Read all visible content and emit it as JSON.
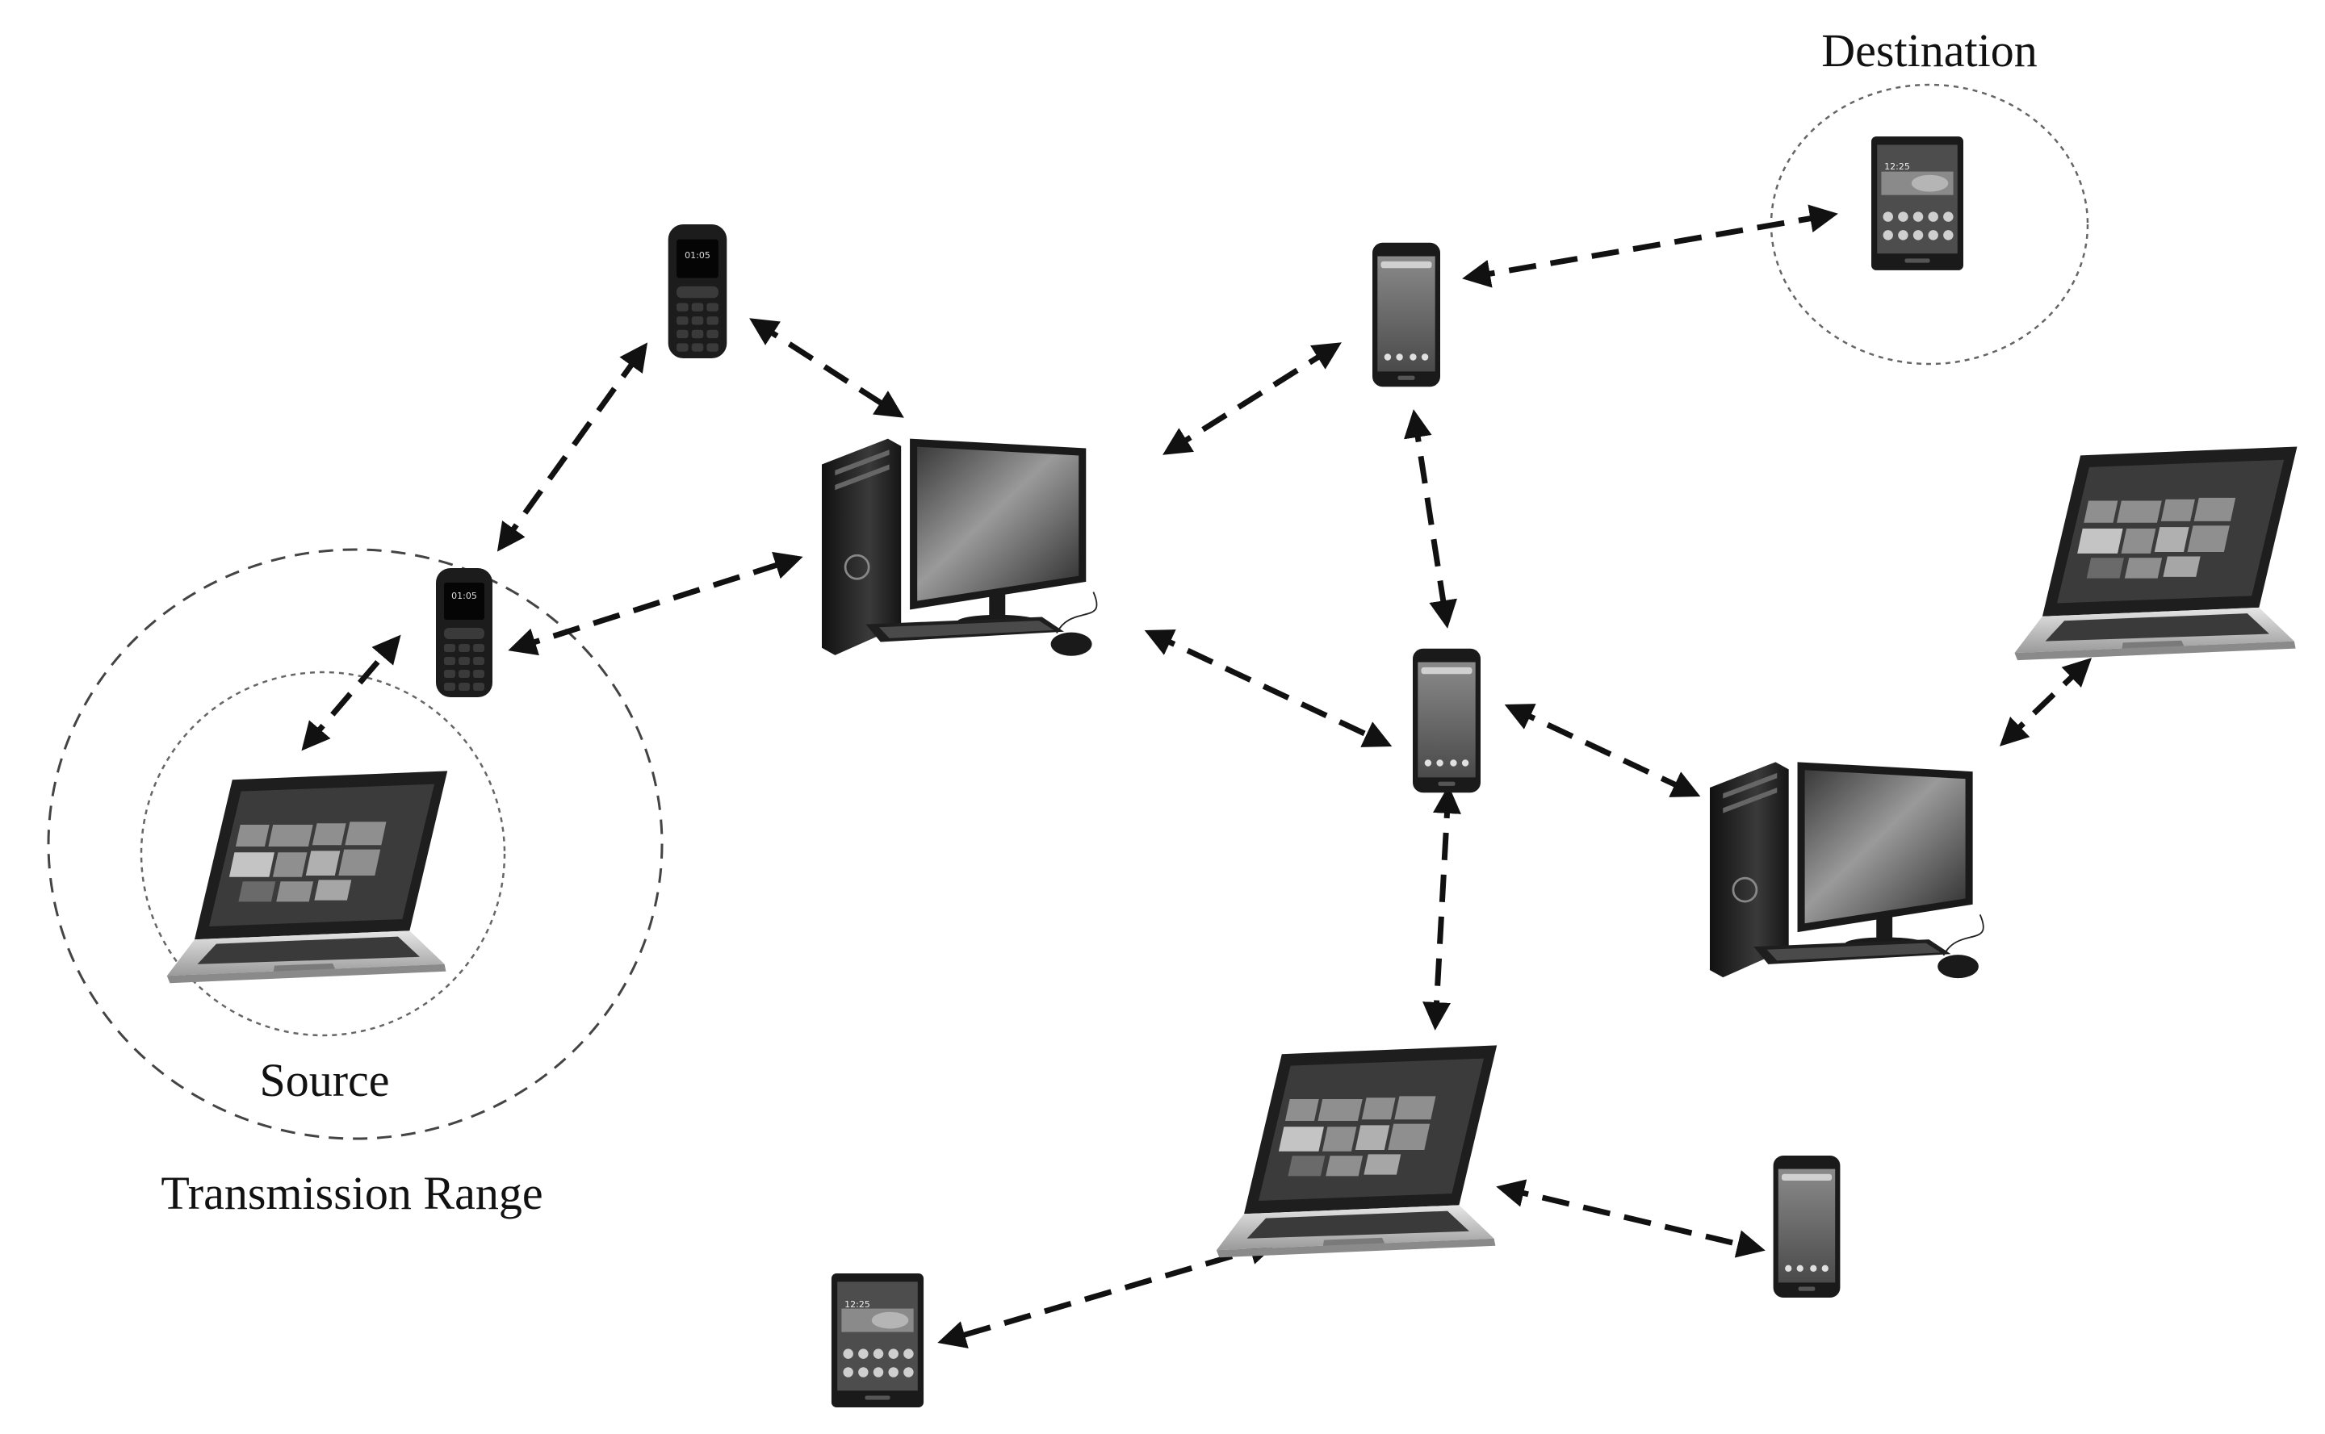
{
  "labels": {
    "destination": "Destination",
    "source": "Source",
    "transmission_range": "Transmission Range"
  },
  "phone_screens": {
    "feature_phone_time": "01:05",
    "tablet_time": "12:25"
  },
  "nodes": [
    {
      "id": "source-laptop",
      "device": "laptop"
    },
    {
      "id": "feature-phone-near-source",
      "device": "feature-phone"
    },
    {
      "id": "feature-phone-top",
      "device": "feature-phone"
    },
    {
      "id": "desktop-center",
      "device": "desktop"
    },
    {
      "id": "smartphone-top",
      "device": "smartphone"
    },
    {
      "id": "destination-tablet",
      "device": "tablet"
    },
    {
      "id": "smartphone-middle",
      "device": "smartphone"
    },
    {
      "id": "laptop-right",
      "device": "laptop"
    },
    {
      "id": "desktop-right",
      "device": "desktop"
    },
    {
      "id": "laptop-bottom",
      "device": "laptop"
    },
    {
      "id": "tablet-bottom",
      "device": "tablet"
    },
    {
      "id": "smartphone-bottom",
      "device": "smartphone"
    }
  ],
  "links": [
    [
      "source-laptop",
      "feature-phone-near-source"
    ],
    [
      "feature-phone-near-source",
      "feature-phone-top"
    ],
    [
      "feature-phone-near-source",
      "desktop-center"
    ],
    [
      "feature-phone-top",
      "desktop-center"
    ],
    [
      "desktop-center",
      "smartphone-top"
    ],
    [
      "desktop-center",
      "smartphone-middle"
    ],
    [
      "smartphone-top",
      "destination-tablet"
    ],
    [
      "smartphone-top",
      "smartphone-middle"
    ],
    [
      "smartphone-middle",
      "desktop-right"
    ],
    [
      "smartphone-middle",
      "laptop-bottom"
    ],
    [
      "desktop-right",
      "laptop-right"
    ],
    [
      "laptop-bottom",
      "tablet-bottom"
    ],
    [
      "laptop-bottom",
      "smartphone-bottom"
    ]
  ],
  "colors": {
    "background": "#ffffff",
    "arrow": "#111111",
    "range_circle": "#555555",
    "device_body": "#1a1a1a",
    "device_silver": "#c8c8c8"
  }
}
